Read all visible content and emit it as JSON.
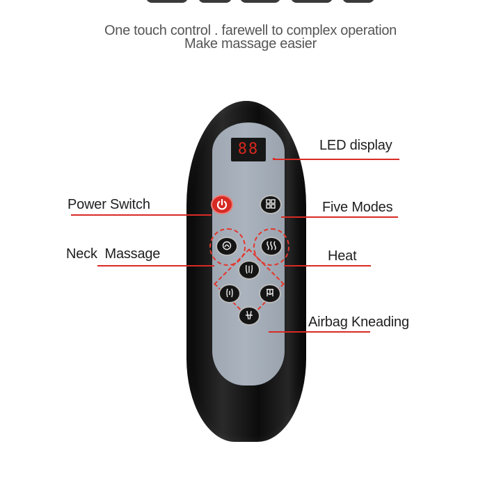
{
  "header": {
    "line1": "One touch control . farewell to complex operation",
    "line2": "Make massage easier"
  },
  "remote": {
    "led_digits": "88"
  },
  "callouts": {
    "led_display": "LED display",
    "power_switch": "Power Switch",
    "five_modes": "Five Modes",
    "neck_massage": "Neck  Massage",
    "heat": "Heat",
    "airbag_kneading": "Airbag Kneading"
  },
  "icons": {
    "power": "power-icon",
    "modes": "grid-icon",
    "neck": "neck-icon",
    "heat": "heat-waves-icon",
    "back": "back-icon",
    "waist": "waist-icon",
    "hip": "hip-icon",
    "calf": "calf-icon"
  },
  "colors": {
    "accent": "#d92a24",
    "remote_body": "#111111",
    "panel": "#a4adb8",
    "text": "#1e1e1e"
  }
}
